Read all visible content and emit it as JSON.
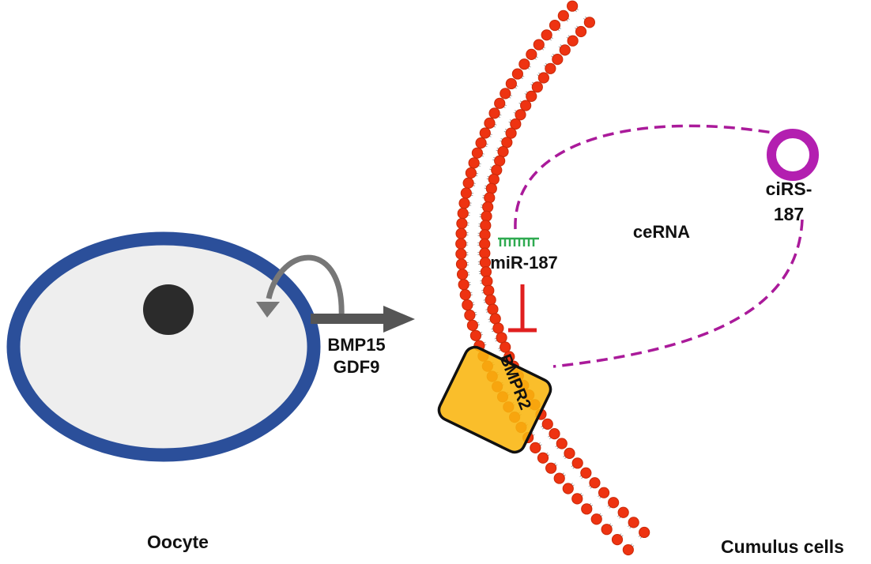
{
  "labels": {
    "ligand_1": "BMP15",
    "ligand_2": "GDF9",
    "mirna": "miR-187",
    "cerna": "ceRNA",
    "circrna_line1": "ciRS-",
    "circrna_line2": "187",
    "receptor": "BMPR2",
    "oocyte": "Oocyte",
    "cumulus": "Cumulus cells"
  },
  "colors": {
    "oocyte_membrane": "#2b4f9a",
    "oocyte_cytoplasm": "#eeeeee",
    "nucleus": "#2b2b2b",
    "secretion_arrow": "#555555",
    "autocrine_arrow": "#777777",
    "lipid_head": "#ee3311",
    "lipid_head_edge": "#c82a0a",
    "receptor_fill": "#f9b50e",
    "inhibition": "#e01f1f",
    "mirna": "#2eaa50",
    "circrna": "#b31fb0",
    "dashed_link": "#aa1a9a"
  },
  "icons": {
    "oocyte": "oocyte-cell-icon",
    "membrane": "lipid-bilayer-icon",
    "receptor": "receptor-box-icon",
    "mirna": "mirna-comb-icon",
    "circrna": "circular-rna-ring-icon"
  }
}
